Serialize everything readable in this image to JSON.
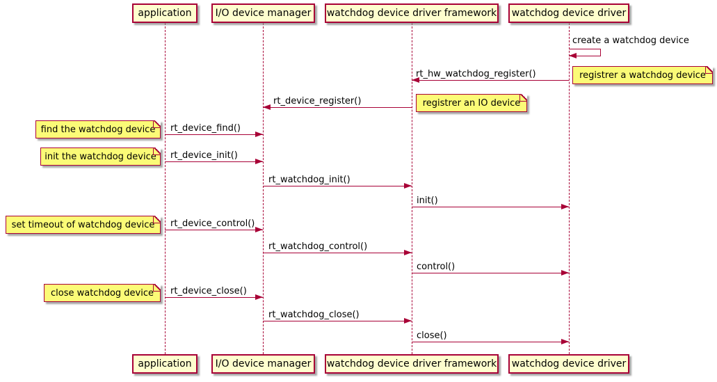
{
  "diagram": {
    "type": "sequence-diagram",
    "colors": {
      "participant_fill": "#FEFECE",
      "note_fill": "#FBFB77",
      "line_and_border": "#A80036",
      "text": "#000000",
      "background": "#FFFFFF"
    },
    "participants": [
      {
        "label": "application"
      },
      {
        "label": "I/O device manager"
      },
      {
        "label": "watchdog device driver framework"
      },
      {
        "label": "watchdog device driver"
      }
    ],
    "messages": [
      {
        "label": "create a watchdog device",
        "from": "watchdog device driver",
        "to": "watchdog device driver",
        "kind": "self"
      },
      {
        "label": "rt_hw_watchdog_register()",
        "from": "watchdog device driver",
        "to": "watchdog device driver framework",
        "kind": "call"
      },
      {
        "label": "rt_device_register()",
        "from": "watchdog device driver framework",
        "to": "I/O device manager",
        "kind": "call"
      },
      {
        "label": "rt_device_find()",
        "from": "application",
        "to": "I/O device manager",
        "kind": "call"
      },
      {
        "label": "rt_device_init()",
        "from": "application",
        "to": "I/O device manager",
        "kind": "call"
      },
      {
        "label": "rt_watchdog_init()",
        "from": "I/O device manager",
        "to": "watchdog device driver framework",
        "kind": "call"
      },
      {
        "label": "init()",
        "from": "watchdog device driver framework",
        "to": "watchdog device driver",
        "kind": "call"
      },
      {
        "label": "rt_device_control()",
        "from": "application",
        "to": "I/O device manager",
        "kind": "call"
      },
      {
        "label": "rt_watchdog_control()",
        "from": "I/O device manager",
        "to": "watchdog device driver framework",
        "kind": "call"
      },
      {
        "label": "control()",
        "from": "watchdog device driver framework",
        "to": "watchdog device driver",
        "kind": "call"
      },
      {
        "label": "rt_device_close()",
        "from": "application",
        "to": "I/O device manager",
        "kind": "call"
      },
      {
        "label": "rt_watchdog_close()",
        "from": "I/O device manager",
        "to": "watchdog device driver framework",
        "kind": "call"
      },
      {
        "label": "close()",
        "from": "watchdog device driver framework",
        "to": "watchdog device driver",
        "kind": "call"
      }
    ],
    "notes": [
      {
        "label": "registrer a watchdog device",
        "attached_to": "watchdog device driver",
        "side": "right"
      },
      {
        "label": "registrer an IO device",
        "attached_to": "watchdog device driver framework",
        "side": "right"
      },
      {
        "label": "find the watchdog device",
        "attached_to": "application",
        "side": "left"
      },
      {
        "label": "init the watchdog device",
        "attached_to": "application",
        "side": "left"
      },
      {
        "label": "set timeout of watchdog device",
        "attached_to": "application",
        "side": "left"
      },
      {
        "label": "close watchdog device",
        "attached_to": "application",
        "side": "left"
      }
    ]
  }
}
